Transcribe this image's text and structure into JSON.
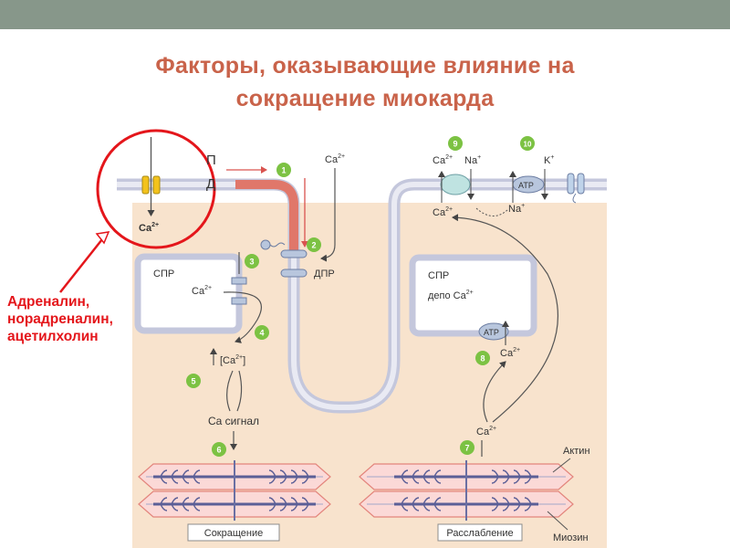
{
  "title": {
    "line1": "Факторы, оказывающие влияние на",
    "line2": "сокращение миокарда"
  },
  "annotation": {
    "lines": [
      "Адреналин,",
      "норадреналин,",
      "ацетилхолин"
    ]
  },
  "diagram": {
    "ap_label_1": "П",
    "ap_label_2": "Д",
    "ca_channel": "Ca",
    "ca_top": "Ca",
    "dpr": "ДПР",
    "spr_left": "СПР",
    "spr_left_ca": "Ca",
    "ca_conc_open": "[Ca",
    "ca_conc_close": "]",
    "ca_signal": "Ca сигнал",
    "contraction": "Сокращение",
    "relaxation": "Расслабление",
    "actin": "Актин",
    "myosin": "Миозин",
    "spr_right": "СПР",
    "depot": "депо Ca",
    "atp": "ATP",
    "ca_right_top": "Ca",
    "na_top": "Na",
    "k_top": "K",
    "ca_right_bottom": "Ca",
    "na_bottom": "Na",
    "ca_atp": "Ca",
    "ca_bottom": "Ca",
    "sup_ca": "2+",
    "sup_ion": "+",
    "steps": [
      "1",
      "2",
      "3",
      "4",
      "5",
      "6",
      "7",
      "8",
      "9",
      "10"
    ]
  },
  "colors": {
    "title": "#c9634a",
    "annotation": "#e4161b",
    "cell_fill": "#f8e3cd",
    "membrane": "#c4c7dc",
    "step_badge": "#7cc243",
    "tubule_red": "#e0776a"
  }
}
